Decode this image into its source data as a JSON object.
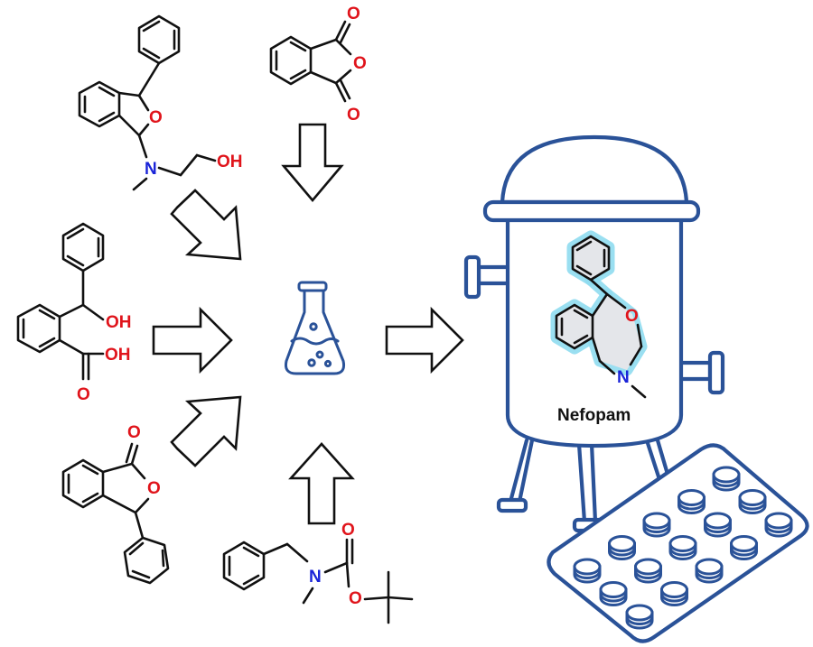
{
  "product": {
    "name": "Nefopam"
  },
  "atoms": {
    "hydroxyl": "OH",
    "oxygen": "O",
    "nitrogen": "N"
  },
  "colors": {
    "oxygen": "#e0141b",
    "nitrogen": "#1a24d8",
    "equipment": "#2a5298",
    "highlight": "#8fdcf0",
    "bond": "#111111"
  },
  "starting_materials": [
    "amino ether precursor",
    "phthalic anhydride",
    "2-(hydroxy(phenyl)methyl)benzoic acid",
    "3-phenylphthalide",
    "Boc-protected N-methylbenzylamine"
  ],
  "equipment": {
    "flask": "erlenmeyer-flask-icon",
    "reactor": "reactor-vessel-icon",
    "tablets": "blister-pack-icon"
  }
}
